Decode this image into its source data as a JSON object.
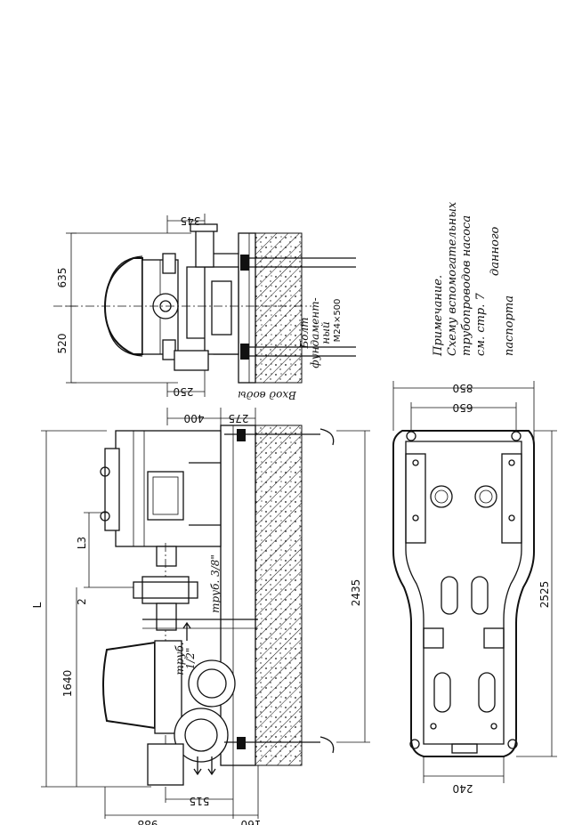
{
  "labels": {
    "bolt_l1": "Болт",
    "bolt_l2": "фундамент-",
    "bolt_l3": "ный",
    "bolt_l4": "М24×500",
    "water_inlet": "Вход воды",
    "pipe_3_8": "труб. 3/8\"",
    "pipe_half_1": "труб.",
    "pipe_half_2": "1/2\""
  },
  "note": {
    "line1": "Примечание.",
    "line2": "Схему вспомогательных",
    "line3": "трубопроводов насоса",
    "line4": "см. стр. 7",
    "line5": "данного",
    "line6": "паспорта"
  },
  "dims": {
    "d635": "635",
    "d520": "520",
    "d345": "345",
    "d250": "250",
    "d400": "400",
    "d275": "275",
    "dL": "L",
    "dL3": "L3",
    "d2": "2",
    "d1640": "1640",
    "d2435": "2435",
    "d515": "515",
    "d988": "988",
    "d160": "160",
    "d850": "850",
    "d650": "650",
    "d2525": "2525",
    "d240": "240"
  },
  "colors": {
    "ink": "#111111",
    "paper": "#ffffff"
  }
}
